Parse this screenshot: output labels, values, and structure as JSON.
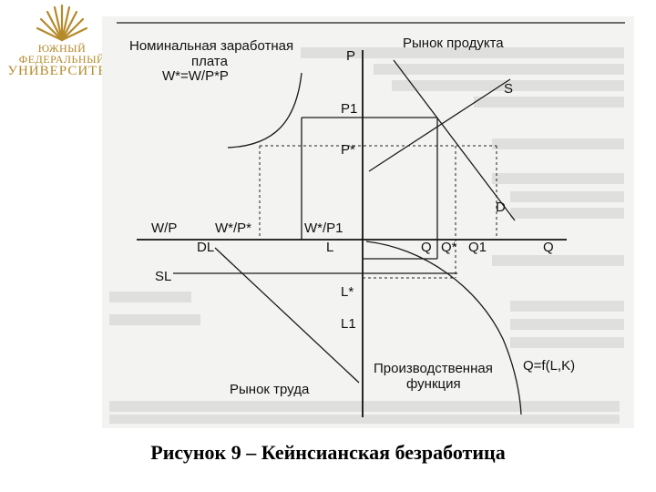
{
  "logo": {
    "line1": "ЮЖНЫЙ",
    "line2": "ФЕДЕРАЛЬНЫЙ",
    "line3": "УНИВЕРСИТЕТ",
    "color": "#b58a2a"
  },
  "diagram": {
    "quadrants": {
      "nominal_wage_title": "Номинальная заработная",
      "nominal_wage_title2": "плата",
      "nominal_wage_formula": "W*=W/P*P",
      "product_market_title": "Рынок продукта",
      "labor_market_title": "Рынок труда",
      "production_function_title": "Производственная",
      "production_function_title2": "функция",
      "production_function_formula": "Q=f(L,K)"
    },
    "axis_labels": {
      "P": "P",
      "P1": "P1",
      "Pstar": "P*",
      "W_over_P": "W/P",
      "Wstar_over_Pstar": "W*/P*",
      "Wstar_over_P1": "W*/P1",
      "L": "L",
      "Lstar": "L*",
      "L1": "L1",
      "Q_left": "Q",
      "Qstar": "Q*",
      "Q1": "Q1",
      "Q_right": "Q"
    },
    "curve_labels": {
      "S": "S",
      "D": "D",
      "DL": "DL",
      "SL": "SL"
    }
  },
  "caption": "Рисунок 9 – Кейнсианская безработица"
}
